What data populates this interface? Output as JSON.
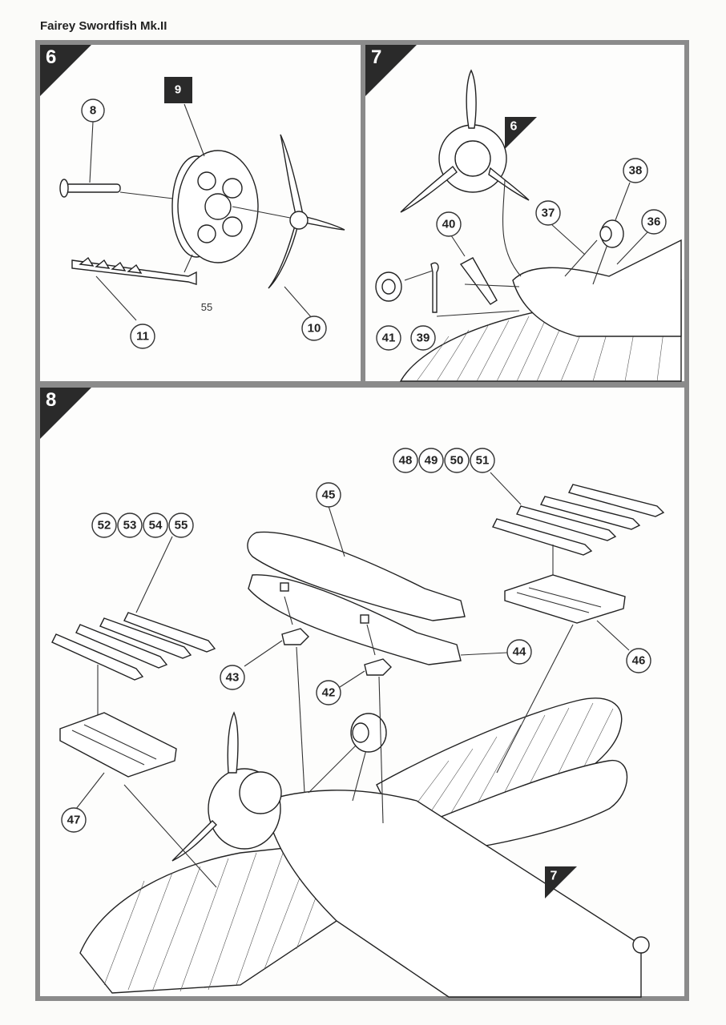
{
  "doc": {
    "title": "Fairey Swordfish Mk.II"
  },
  "steps": {
    "s6": {
      "num": "6"
    },
    "s7": {
      "num": "7"
    },
    "s8": {
      "num": "8"
    }
  },
  "inset_badges": {
    "black_9": "9",
    "flag_6": "6",
    "flag_7": "7"
  },
  "callouts": {
    "c8": "8",
    "c11": "11",
    "c10": "10",
    "plain55": "55",
    "c40": "40",
    "c41": "41",
    "c39": "39",
    "c37": "37",
    "c38": "38",
    "c36": "36",
    "c48": "48",
    "c49": "49",
    "c50": "50",
    "c51": "51",
    "c45": "45",
    "c52": "52",
    "c53": "53",
    "c54": "54",
    "c55": "55",
    "c44": "44",
    "c46": "46",
    "c43": "43",
    "c42": "42",
    "c47": "47"
  },
  "colors": {
    "frame": "#8b8b8b",
    "flag": "#2a2a2a"
  }
}
